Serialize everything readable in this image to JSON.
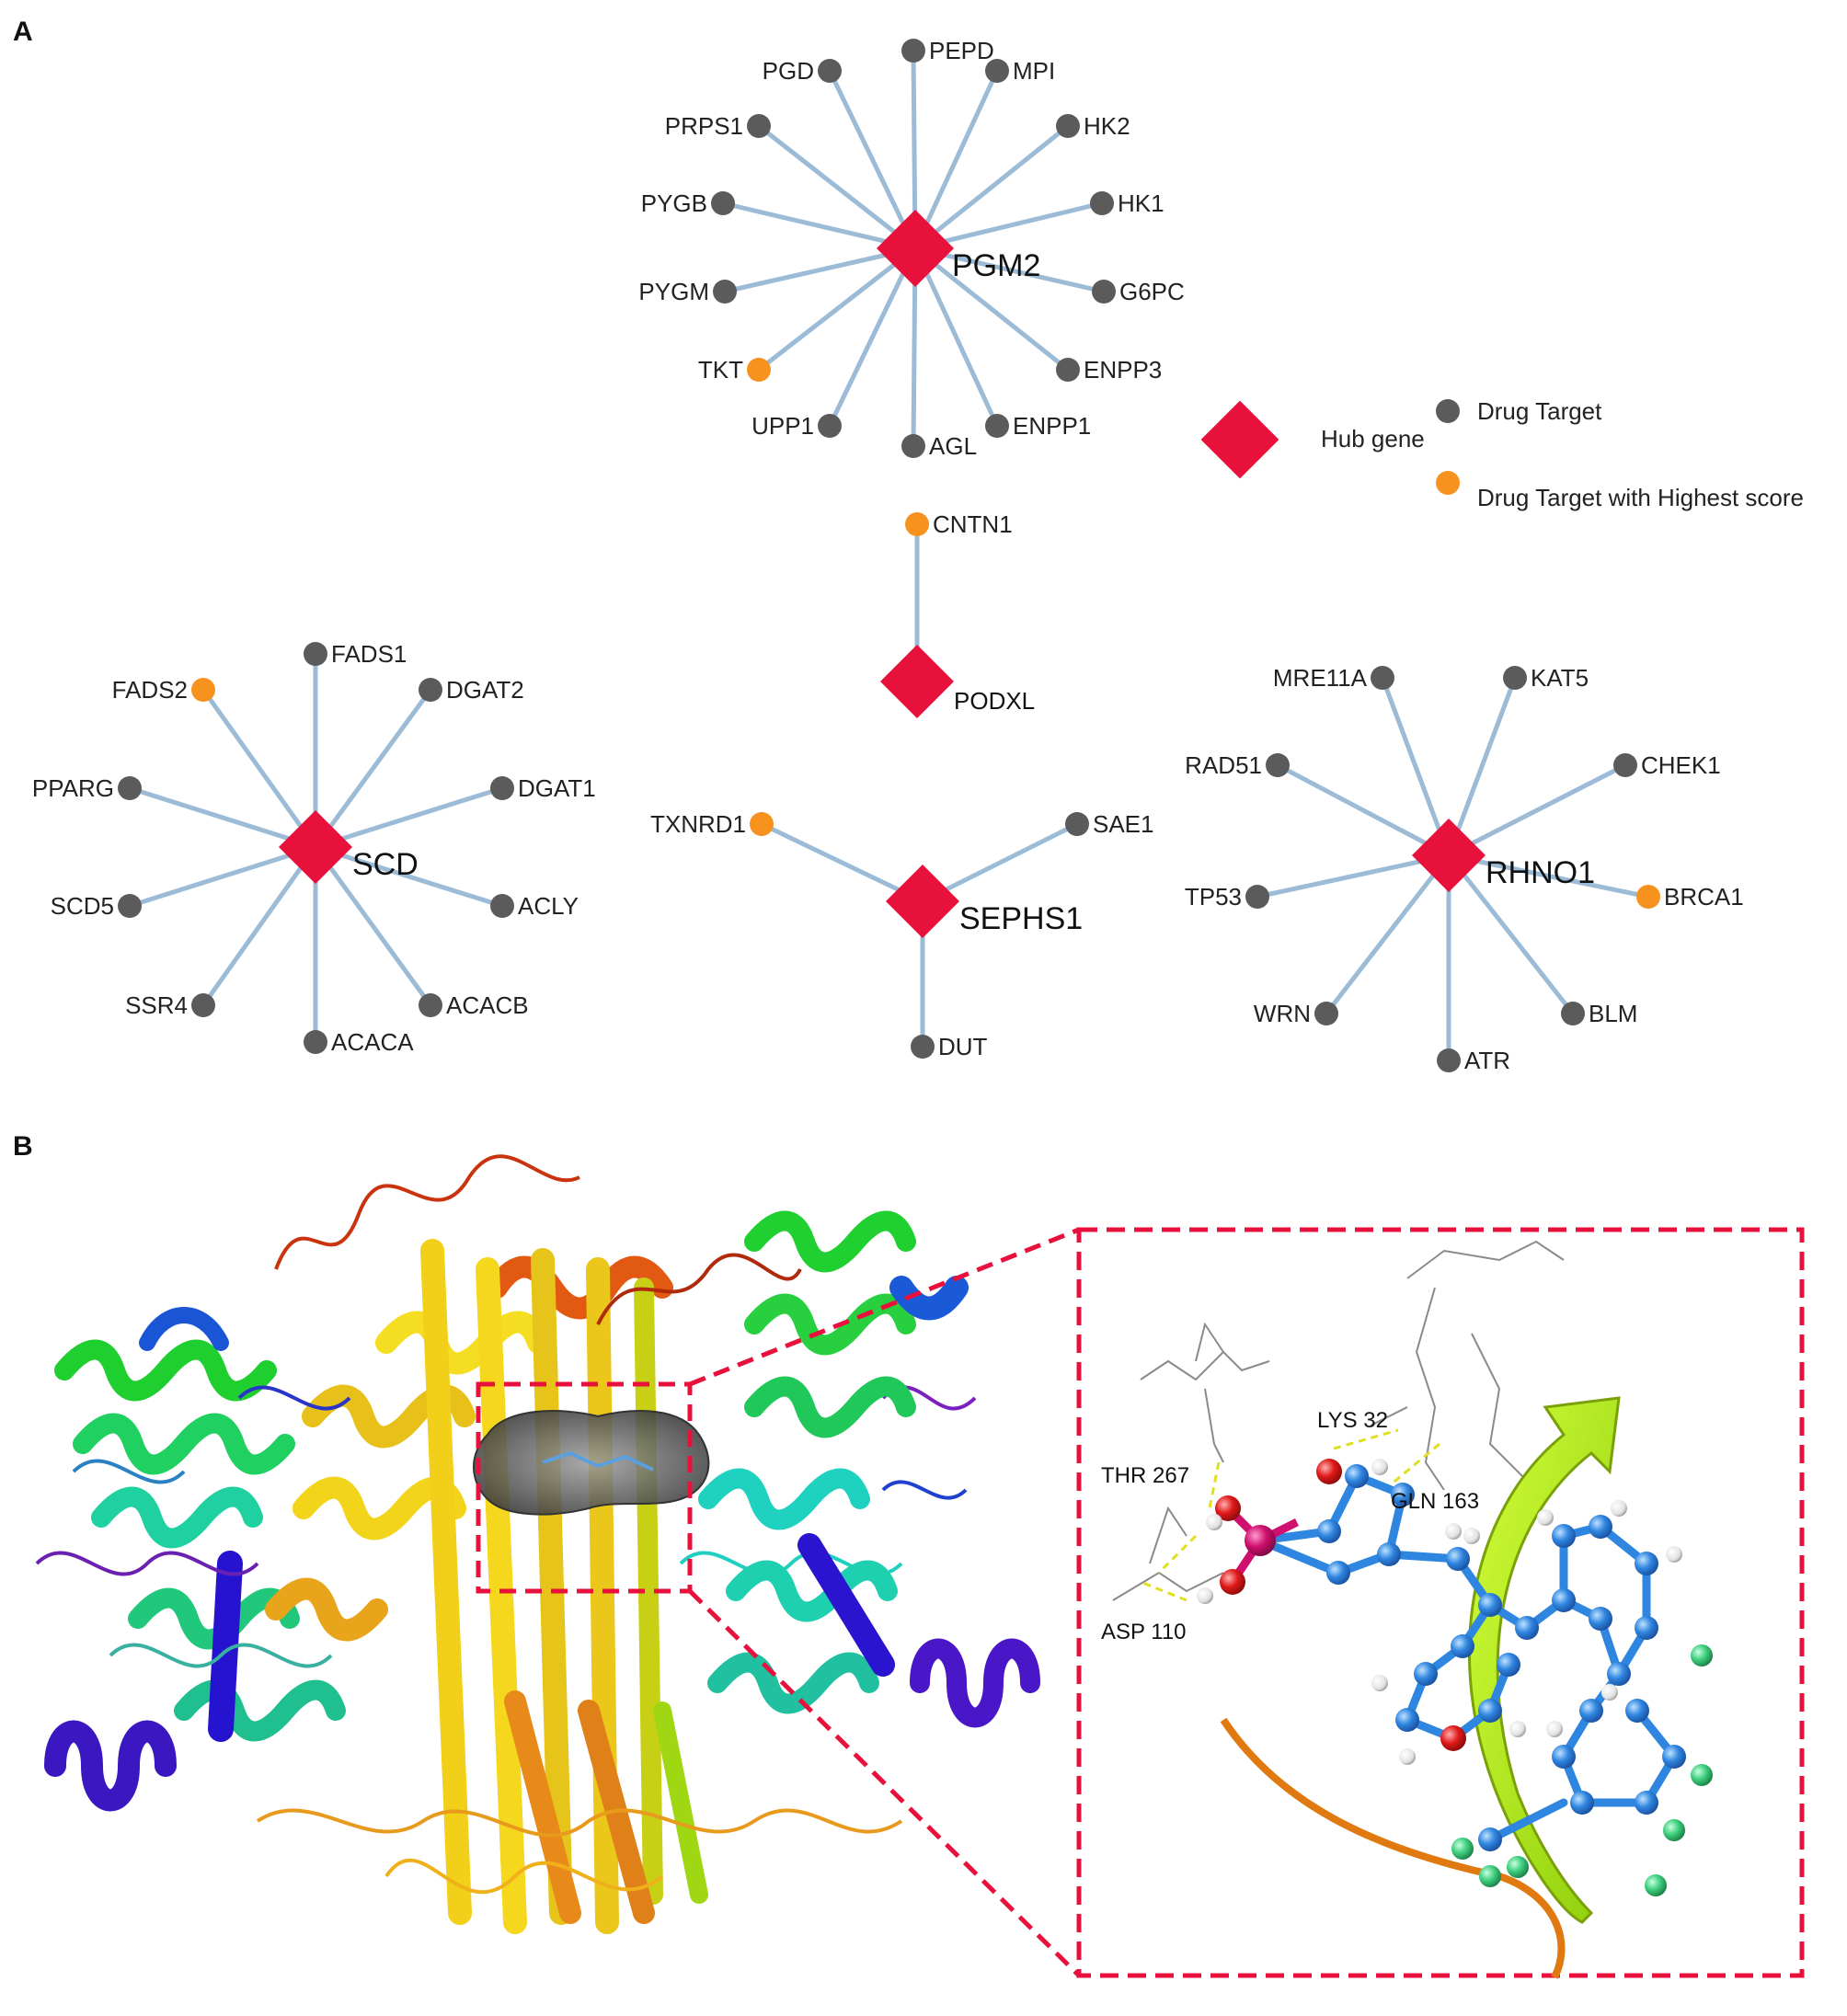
{
  "panels": {
    "a": "A",
    "b": "B"
  },
  "colors": {
    "hub": "#e8113c",
    "target": "#5b5b5b",
    "highest": "#f7921e",
    "edge": "#9bbbd6",
    "zoom_box": "#e8113c"
  },
  "legend": {
    "hub": "Hub gene",
    "target": "Drug Target",
    "highest": "Drug Target with Highest score"
  },
  "networks": [
    {
      "hub": "PGM2",
      "targets": [
        {
          "name": "PGD",
          "highest": false
        },
        {
          "name": "PEPD",
          "highest": false
        },
        {
          "name": "MPI",
          "highest": false
        },
        {
          "name": "HK2",
          "highest": false
        },
        {
          "name": "HK1",
          "highest": false
        },
        {
          "name": "G6PC",
          "highest": false
        },
        {
          "name": "ENPP3",
          "highest": false
        },
        {
          "name": "ENPP1",
          "highest": false
        },
        {
          "name": "AGL",
          "highest": false
        },
        {
          "name": "UPP1",
          "highest": false
        },
        {
          "name": "TKT",
          "highest": true
        },
        {
          "name": "PYGM",
          "highest": false
        },
        {
          "name": "PYGB",
          "highest": false
        },
        {
          "name": "PRPS1",
          "highest": false
        }
      ]
    },
    {
      "hub": "PODXL",
      "targets": [
        {
          "name": "CNTN1",
          "highest": true
        }
      ]
    },
    {
      "hub": "SCD",
      "targets": [
        {
          "name": "FADS2",
          "highest": true
        },
        {
          "name": "FADS1",
          "highest": false
        },
        {
          "name": "DGAT2",
          "highest": false
        },
        {
          "name": "DGAT1",
          "highest": false
        },
        {
          "name": "ACLY",
          "highest": false
        },
        {
          "name": "ACACB",
          "highest": false
        },
        {
          "name": "ACACA",
          "highest": false
        },
        {
          "name": "SSR4",
          "highest": false
        },
        {
          "name": "SCD5",
          "highest": false
        },
        {
          "name": "PPARG",
          "highest": false
        }
      ]
    },
    {
      "hub": "SEPHS1",
      "targets": [
        {
          "name": "TXNRD1",
          "highest": true
        },
        {
          "name": "SAE1",
          "highest": false
        },
        {
          "name": "DUT",
          "highest": false
        }
      ]
    },
    {
      "hub": "RHNO1",
      "targets": [
        {
          "name": "MRE11A",
          "highest": false
        },
        {
          "name": "KAT5",
          "highest": false
        },
        {
          "name": "CHEK1",
          "highest": false
        },
        {
          "name": "BRCA1",
          "highest": true
        },
        {
          "name": "BLM",
          "highest": false
        },
        {
          "name": "ATR",
          "highest": false
        },
        {
          "name": "WRN",
          "highest": false
        },
        {
          "name": "TP53",
          "highest": false
        },
        {
          "name": "RAD51",
          "highest": false
        }
      ]
    }
  ],
  "residues": [
    "THR 267",
    "LYS 32",
    "GLN 163",
    "ASP 110"
  ]
}
